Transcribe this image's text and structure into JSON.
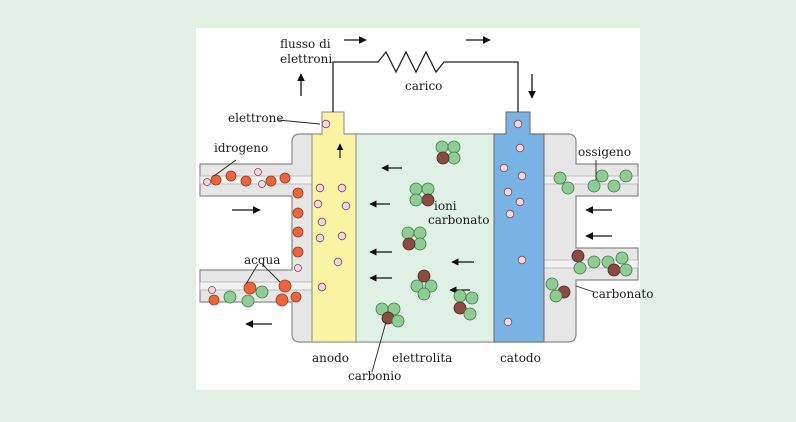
{
  "labels": {
    "electron_flow": [
      "flusso di",
      "elettroni"
    ],
    "load": "carico",
    "electron": "elettrone",
    "hydrogen": "idrogeno",
    "water": "acqua",
    "anode": "anodo",
    "electrolyte": "elettrolita",
    "carbon": "carbonio",
    "cathode": "catodo",
    "oxygen": "ossigeno",
    "carbonate": "carbonato",
    "carbonate_ions": [
      "ioni",
      "carbonato"
    ]
  },
  "colors": {
    "background": "#e2f0e4",
    "panel": "#ffffff",
    "cell_body": "#e6e6e6",
    "anode": "#fbf3a4",
    "electrolyte": "#dff1e4",
    "cathode": "#79b3e4",
    "hydrogen_atom": "#e9653d",
    "electron_dot": "#f2d6e2",
    "oxygen_atom": "#8fcc95",
    "carbon_atom": "#8c4b42"
  }
}
